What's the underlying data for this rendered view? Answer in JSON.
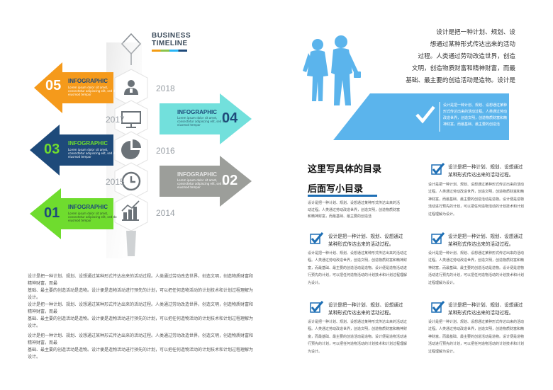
{
  "timeline": {
    "title_line1": "BUSINESS",
    "title_line2": "TIMELINE",
    "items": [
      {
        "num": "05",
        "heading": "INFOGRAPHIC",
        "body": "Lorem ipsum dolor sit amet, consectetur adipiscing elit, sed do eiusmod tempor",
        "color": "#f59a1b",
        "year": "2018",
        "icon": "person-icon"
      },
      {
        "num": "04",
        "heading": "INFOGRAPHIC",
        "body": "Lorem ipsum dolor sit amet, consectetur adipiscing elit, sed do eiusmod tempor",
        "color": "#6fe0dc",
        "year": "2017",
        "icon": "monitor-icon"
      },
      {
        "num": "03",
        "heading": "INFOGRAPHIC",
        "body": "Lorem ipsum dolor sit amet, consectetur adipiscing elit, sed do eiusmod tempor",
        "color": "#1e4a7a",
        "year": "2016",
        "icon": "pie-chart-icon"
      },
      {
        "num": "02",
        "heading": "INFOGRAPHIC",
        "body": "Lorem ipsum dolor sit amet, consectetur adipiscing elit, sed do eiusmod tempor",
        "color": "#9c9e9a",
        "year": "2015",
        "icon": "clock-icon"
      },
      {
        "num": "01",
        "heading": "INFOGRAPHIC",
        "body": "Lorem ipsum dolor sit amet, consectetur adipiscing elit, sed do eiusmod tempor",
        "color": "#6fdc2e",
        "year": "2014",
        "icon": "bar-chart-icon"
      }
    ]
  },
  "left_paragraphs": [
    [
      "设计是把一种计划、规划、设想通过某种形式传达出来的活动过程。人类通过劳动改造世界，创造文明，创造物质财富和精神财富，而最",
      "基础、最主要的创造活动是造物。设计便是造物活动进行预先的计划，可以把任何造物活动的计划技术和计划过程理解为设计。"
    ],
    [
      "设计是把一种计划、规划、设想通过某种形式传达出来的活动过程。人类通过劳动改造世界，创造文明，创造物质财富和精神财富，而最",
      "基础、最主要的创造活动是造物。设计便是造物活动进行预先的计划，可以把任何造物活动的计划技术和计划过程理解为设计。"
    ],
    [
      "设计是把一种计划、规划、设想通过某种形式传达出来的活动过程。人类通过劳动改造世界，创造文明，创造物质财富和精神财富，而最",
      "基础、最主要的创造活动是造物。设计便是造物活动进行预先的计划，可以把任何造物活动的计划技术和计划过程理解为设计。"
    ]
  ],
  "right_top": {
    "lines": [
      "设计是把一种计划、规划、设",
      "想通过某种形式传达出来的活动",
      "过程。人类通过劳动改造世界，创造",
      "文明，创造物质财富和精神财富，而最",
      "基础、最主要的创造活动是造物。设计是"
    ],
    "banner_text": "设计是把一种计划、规划、设想通过某种形式传达出来的活动过程。人类通过劳动改造世界，创造文明，创造物质财富和精神财富，而最基础、最主要的创造活"
  },
  "toc": {
    "title": "这里写具体的目录",
    "subtitle": "后面写小目录",
    "body": "设计是把一种计划、规划、设想通过某种形式传达出来的活动过程。人类通过劳动改造世界，创造文明，创造物质财富和精神财富，而最基础、最主要的创造活"
  },
  "check_items": [
    {
      "title": "设计是把一种计划、规划、设想通过某种形式传达出来的活动过程。",
      "body": "设计是把一种计划、规划、设想通过某种形式传达出来的活动过程。人类通过劳动改造世界，创造文明，创造物质财富和精神财富，而最基础、最主要的创造活动是造物。设计便是造物活动进行预先的计划，可以把任何造物活动的计划技术和计划过程理解为设计。"
    },
    {
      "title": "设计是把一种计划、规划、设想通过某种形式传达出来的活动过程。",
      "body": "设计是把一种计划、规划、设想通过某种形式传达出来的活动过程。人类通过劳动改造世界，创造文明，创造物质财富和精神财富，而最基础、最主要的创造活动是造物。设计便是造物活动进行预先的计划，可以把任何造物活动的计划技术和计划过程理解为设计。"
    },
    {
      "title": "设计是把一种计划、规划、设想通过某种形式传达出来的活动过程。",
      "body": "设计是把一种计划、规划、设想通过某种形式传达出来的活动过程。人类通过劳动改造世界，创造文明，创造物质财富和精神财富，而最基础、最主要的创造活动是造物。设计便是造物活动进行预先的计划，可以把任何造物活动的计划技术和计划过程理解为设计。"
    },
    {
      "title": "设计是把一种计划、规划、设想通过某种形式传达出来的活动过程。",
      "body": "设计是把一种计划、规划、设想通过某种形式传达出来的活动过程。人类通过劳动改造世界，创造文明，创造物质财富和精神财富，而最基础、最主要的创造活动是造物。设计便是造物活动进行预先的计划，可以把任何造物活动的计划技术和计划过程理解为设计。"
    },
    {
      "title": "设计是把一种计划、规划、设想通过某种形式传达出来的活动过程。",
      "body": "设计是把一种计划、规划、设想通过某种形式传达出来的活动过程。人类通过劳动改造世界，创造文明，创造物质财富和精神财富，而最基础、最主要的创造活动是造物。设计便是造物活动进行预先的计划，可以把任何造物活动的计划技术和计划过程理解为设计。"
    }
  ],
  "colors": {
    "accent_blue": "#5bb4ec",
    "check_blue": "#1e6fb5",
    "toc_underline": "#1e6fb5"
  }
}
